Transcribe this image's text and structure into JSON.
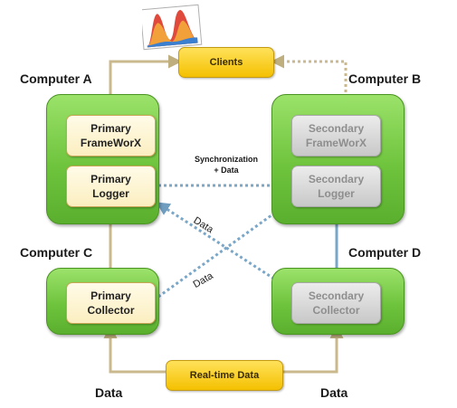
{
  "clients": {
    "label": "Clients",
    "icon": "chart-thumbnail-icon"
  },
  "computers": {
    "a": {
      "label": "Computer A"
    },
    "b": {
      "label": "Computer B"
    },
    "c": {
      "label": "Computer C"
    },
    "d": {
      "label": "Computer D"
    }
  },
  "boxes": {
    "primary_frameworx": "Primary\nFrameWorX",
    "primary_logger": "Primary\nLogger",
    "secondary_frameworx": "Secondary\nFrameWorX",
    "secondary_logger": "Secondary\nLogger",
    "primary_collector": "Primary\nCollector",
    "secondary_collector": "Secondary\nCollector",
    "realtime": "Real-time Data"
  },
  "labels": {
    "sync": "Synchronization\n+ Data",
    "data_cross_upper": "Data",
    "data_cross_lower": "Data",
    "data_left": "Data",
    "data_right": "Data"
  },
  "colors": {
    "computer_green": "#6fc43d",
    "primary_fill": "#fbeec0",
    "secondary_fill": "#c8c8c8",
    "accent_yellow": "#f4c000",
    "line_tan": "#c9b98d",
    "line_blue": "#7aa7c7"
  }
}
